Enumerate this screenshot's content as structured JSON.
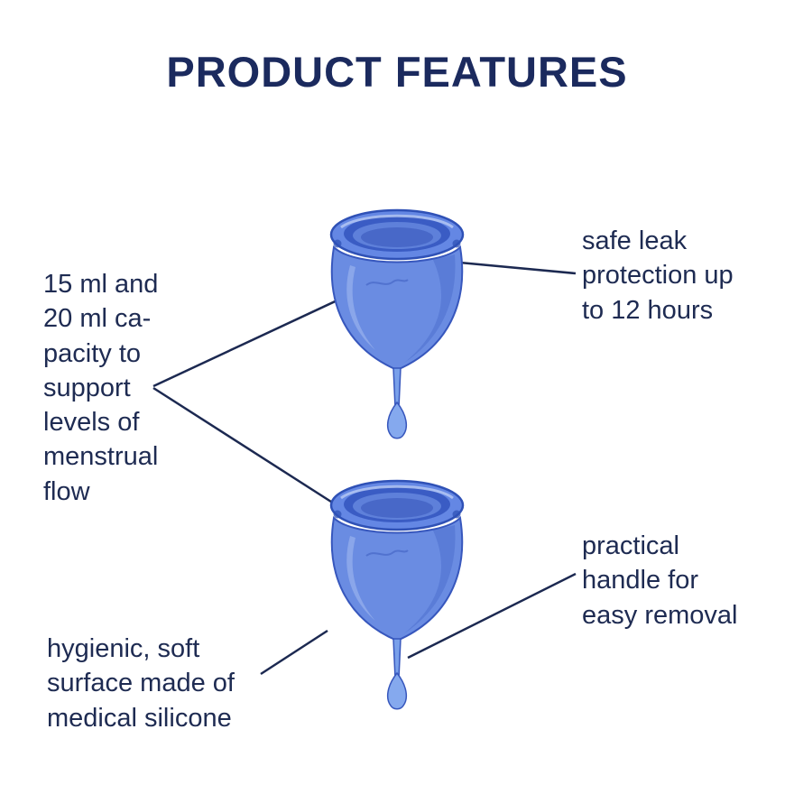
{
  "title": "PRODUCT FEATURES",
  "annotations": {
    "capacity": {
      "text": "15 ml and\n20 ml ca-\npacity to\nsupport\nlevels of\nmenstrual\nflow"
    },
    "leak": {
      "text": "safe leak\nprotection up\nto 12 hours"
    },
    "handle": {
      "text": "practical\nhandle for\neasy removal"
    },
    "surface": {
      "text": "hygienic, soft\nsurface made of\nmedical silicone"
    }
  },
  "colors": {
    "background": "#ffffff",
    "text": "#1e2b52",
    "title": "#1b2a5e",
    "annotation_line": "#1c2951",
    "cup_body": "#6a8ce2",
    "cup_rim": "#6487e4",
    "cup_outline": "#3757bd",
    "cup_interior": "#3a5cc4",
    "cup_highlight": "#b9cbf4"
  }
}
